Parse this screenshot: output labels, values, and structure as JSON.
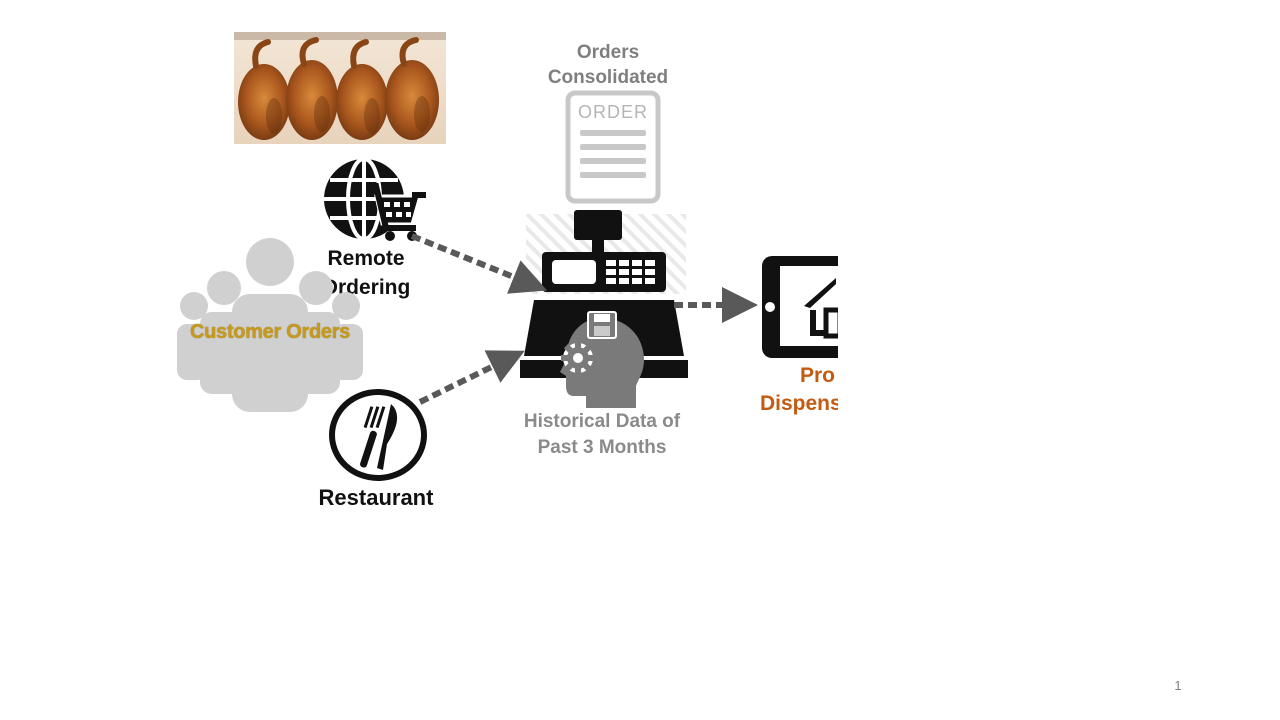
{
  "slide": {
    "page_number": "1"
  },
  "labels": {
    "orders_consolidated": [
      "Orders",
      "Consolidated"
    ],
    "order_doc": "ORDER",
    "remote_ordering": [
      "Remote",
      "Ordering"
    ],
    "customer_orders": "Customer Orders",
    "restaurant": "Restaurant",
    "historical_data": [
      "Historical Data of",
      "Past 3 Months"
    ],
    "production_dispense": [
      "Pro",
      "Dispens"
    ]
  },
  "icons": [
    "roasted-duck-photo",
    "globe-cart-icon",
    "customers-group-icon",
    "cutlery-icon",
    "order-document-icon",
    "cash-register-icon",
    "head-gear-icon",
    "tablet-icon"
  ],
  "colors": {
    "dark": "#111111",
    "gray": "#7f7f7f",
    "light_gray": "#d0d0d0",
    "accent_orange": "#c55a11",
    "customer_text": "#c89a1a",
    "arrow": "#595959"
  }
}
